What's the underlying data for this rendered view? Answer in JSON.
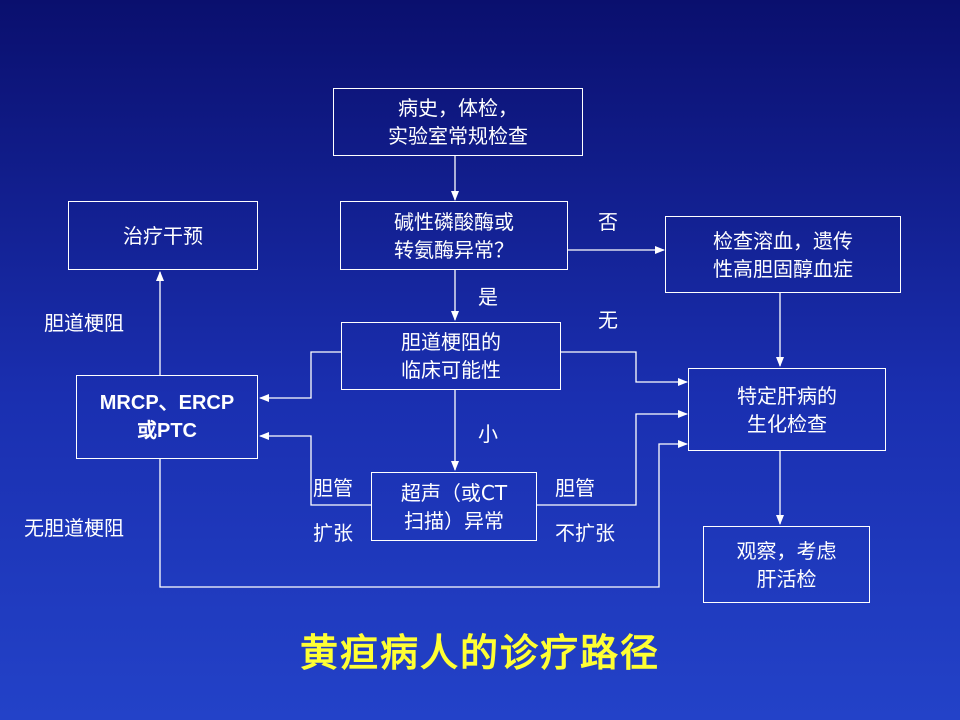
{
  "boxes": {
    "history": "病史，体检，\n实验室常规检查",
    "enzymes": "碱性磷酸酶或\n转氨酶异常？",
    "treatment": "治疗干预",
    "hemolysis": "检查溶血，遗传\n性高胆固醇血症",
    "biliary_likelihood": "胆道梗阻的\n临床可能性",
    "mrcp": "MRCP、ERCP\n或PTC",
    "specific_tests": "特定肝病的\n生化检查",
    "ultrasound": "超声（或CT\n扫描）异常",
    "observe": "观察，考虑\n肝活检"
  },
  "labels": {
    "no": "否",
    "yes": "是",
    "none": "无",
    "small": "小",
    "biliary_obstruction": "胆道梗阻",
    "no_biliary_obstruction": "无胆道梗阻",
    "duct_1": "胆管",
    "dilated": "扩张",
    "duct_2": "胆管",
    "not_dilated": "不扩张"
  },
  "title": "黄疸病人的诊疗路径",
  "colors": {
    "line": "#ffffff",
    "title": "#ffff33"
  }
}
